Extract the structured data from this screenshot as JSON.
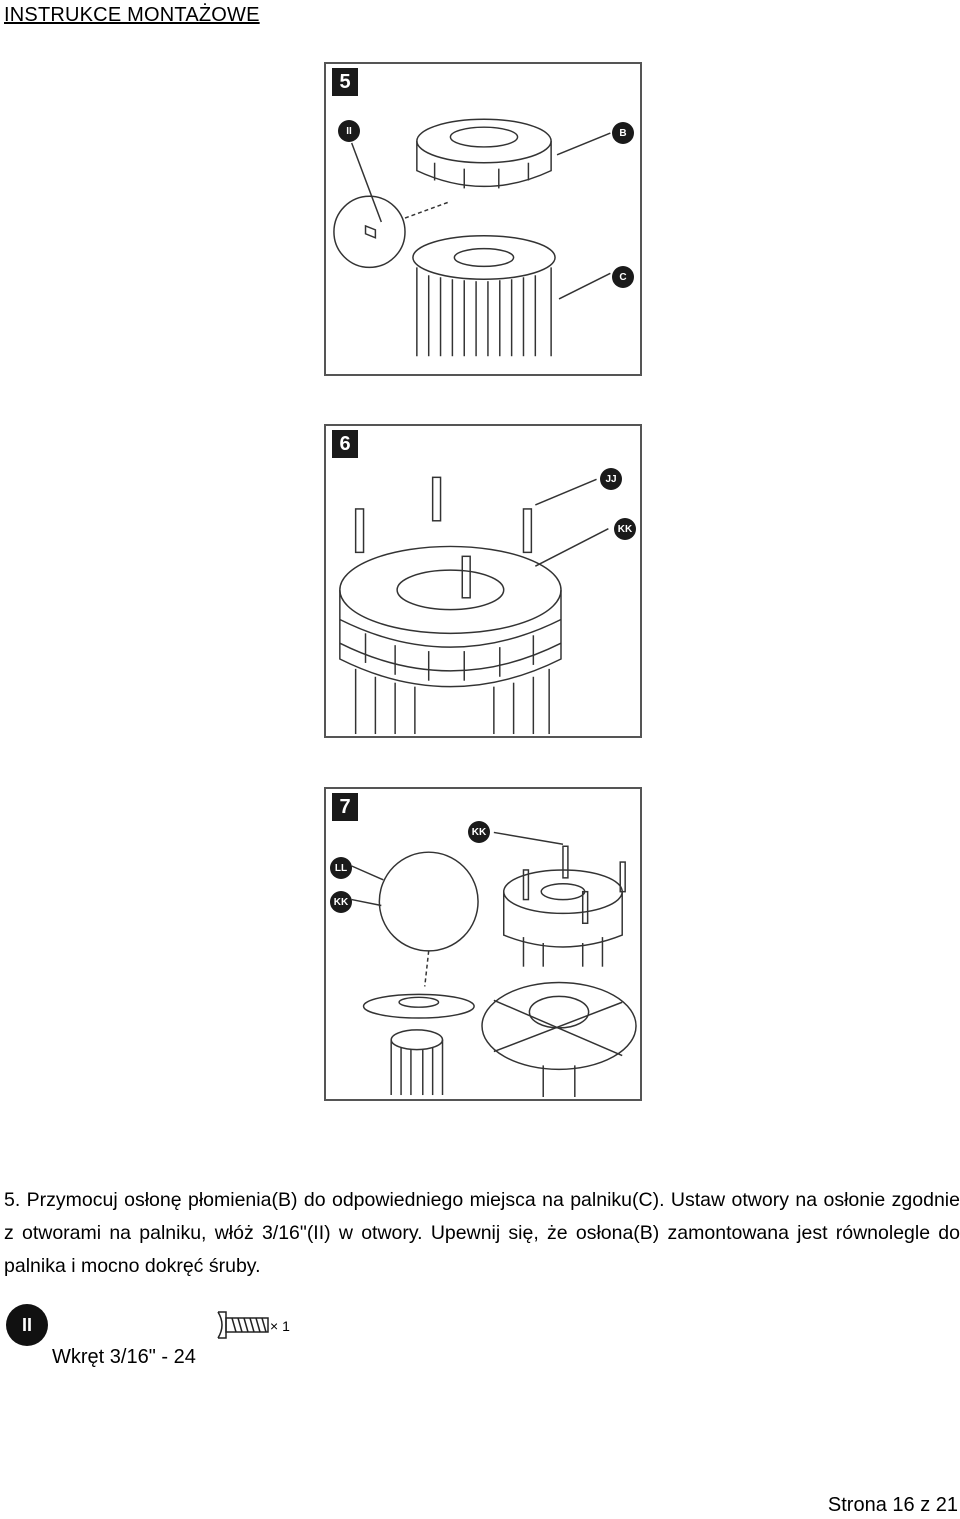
{
  "header": {
    "title": "INSTRUKCE MONTAŻOWE"
  },
  "figures": [
    {
      "step": "5",
      "callouts": [
        "II",
        "B",
        "C"
      ]
    },
    {
      "step": "6",
      "callouts": [
        "JJ",
        "KK"
      ]
    },
    {
      "step": "7",
      "callouts": [
        "KK",
        "LL",
        "KK"
      ]
    }
  ],
  "instructions": {
    "text": "5. Przymocuj osłonę płomienia(B) do odpowiedniego miejsca na palniku(C). Ustaw otwory na osłonie zgodnie z otworami na palniku, włóż 3/16\"(II) w otwory. Upewnij się, że osłona(B) zamontowana jest równolegle do palnika i mocno dokręć śruby."
  },
  "part": {
    "icon_label": "II",
    "quantity": "× 1",
    "label": "Wkręt 3/16\" - 24"
  },
  "footer": {
    "page": "Strona 16 z 21"
  }
}
